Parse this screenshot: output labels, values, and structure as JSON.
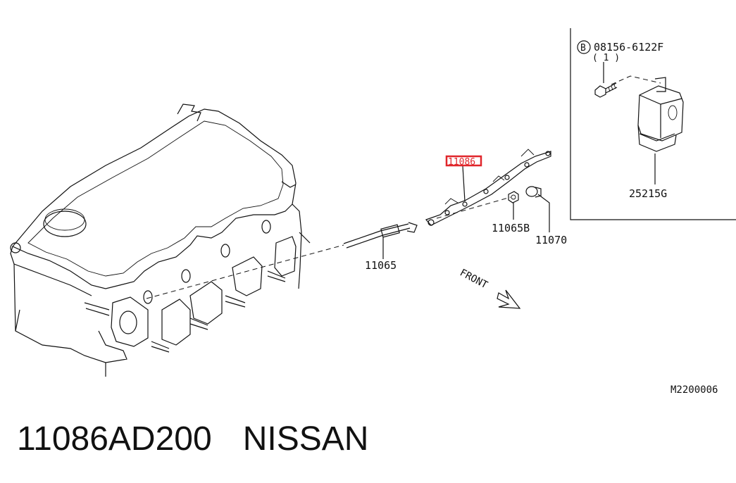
{
  "labels": {
    "highlighted_part": "11086",
    "glow_plug": "11065",
    "nut": "11065B",
    "cap": "11070",
    "relay": "25215G",
    "bolt_code": "08156-6122F",
    "bolt_qty": "( 1 )",
    "bolt_circle": "B",
    "front": "FRONT",
    "diagram_code": "M2200006"
  },
  "caption": {
    "part_number": "11086AD200",
    "brand": "NISSAN"
  },
  "colors": {
    "highlight": "#e0262b",
    "line": "#111111"
  }
}
